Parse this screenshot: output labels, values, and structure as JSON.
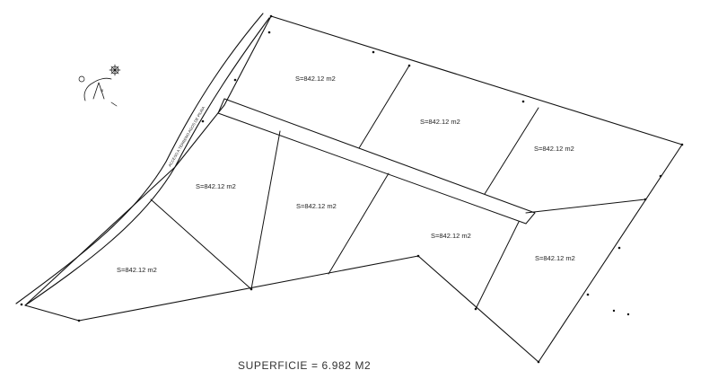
{
  "plan": {
    "lot_area_label": "S=842.12 m2",
    "total_label": "SUPERFICIE = 6.982 M2",
    "road_label": "ACCESO A TERRENO AGOS DE PIURA",
    "north_symbol": "N",
    "lots": [
      {
        "id": 1,
        "label": "S=842.12 m2"
      },
      {
        "id": 2,
        "label": "S=842.12 m2"
      },
      {
        "id": 3,
        "label": "S=842.12 m2"
      },
      {
        "id": 4,
        "label": "S=842.12 m2"
      },
      {
        "id": 5,
        "label": "S=842.12 m2"
      },
      {
        "id": 6,
        "label": "S=842.12 m2"
      },
      {
        "id": 7,
        "label": "S=842.12 m2"
      },
      {
        "id": 8,
        "label": "S=842.12 m2"
      }
    ]
  }
}
